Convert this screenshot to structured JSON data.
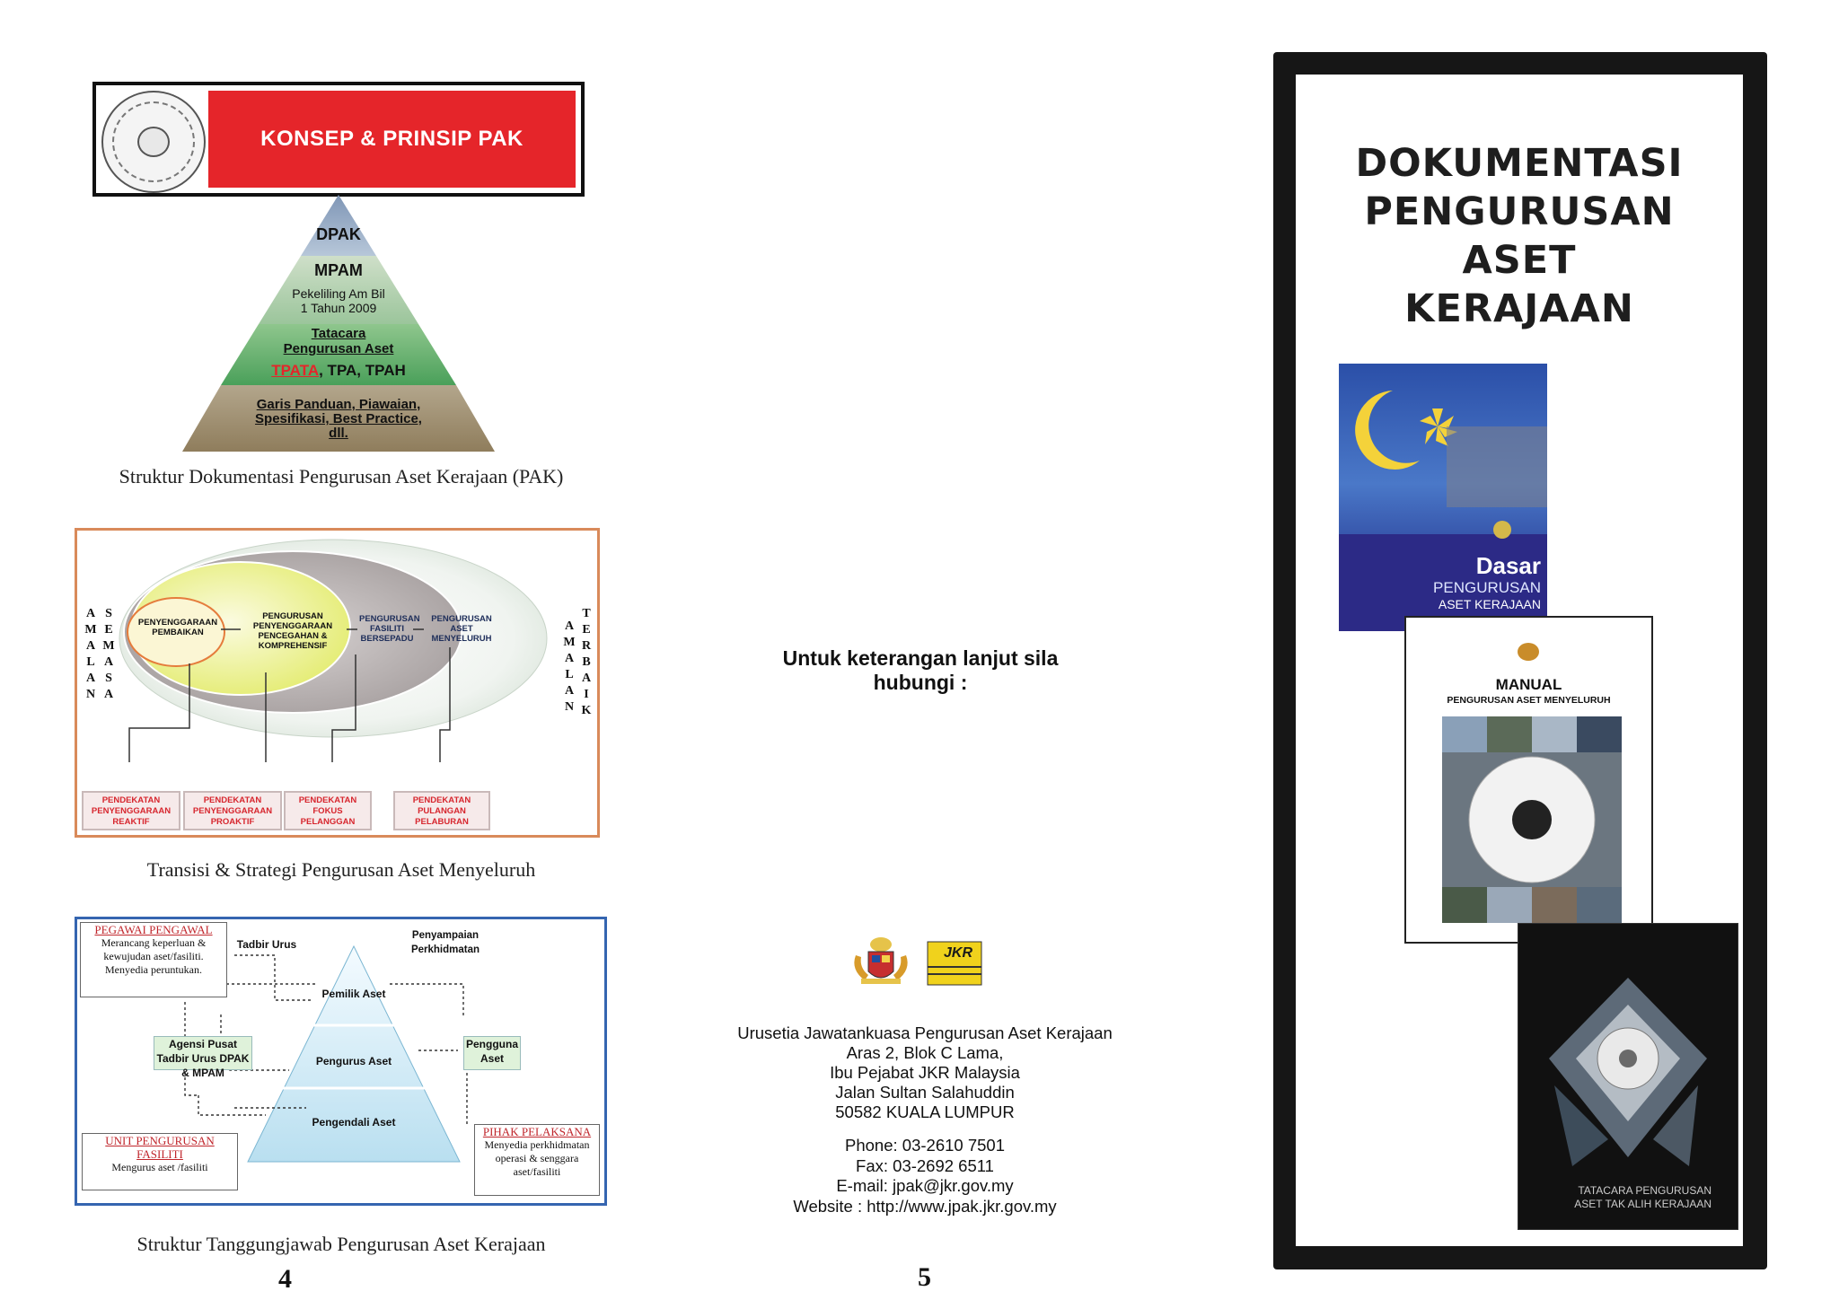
{
  "left_panel": {
    "banner_title": "KONSEP & PRINSIP PAK",
    "pyramid": {
      "tier1": "DPAK",
      "tier2_title": "MPAM",
      "tier2_sub1": "Pekeliling Am Bil",
      "tier2_sub2": "1 Tahun 2009",
      "tier3_title1": "Tatacara",
      "tier3_title2": "Pengurusan Aset",
      "tier3_red": "TPATA",
      "tier3_rest": ", TPA, TPAH",
      "tier4_l1": "Garis Panduan, Piawaian,",
      "tier4_l2": "Spesifikasi, Best Practice,",
      "tier4_l3": "dll."
    },
    "caption1": "Struktur Dokumentasi Pengurusan Aset Kerajaan (PAK)",
    "diagram2": {
      "left_vertical_1": "AMALAN",
      "left_vertical_2": "SEMASA",
      "right_vertical_1": "AMALAN",
      "right_vertical_2": "TERBAIK",
      "stage1": "PENYENGGARAAN PEMBAIKAN",
      "stage2": "PENGURUSAN PENYENGGARAAN PENCEGAHAN & KOMPREHENSIF",
      "stage3": "PENGURUSAN FASILITI BERSEPADU",
      "stage4": "PENGURUSAN ASET MENYELURUH",
      "approach1": "PENDEKATAN PENYENGGARAAN REAKTIF",
      "approach2": "PENDEKATAN PENYENGGARAAN PROAKTIF",
      "approach3": "PENDEKATAN FOKUS PELANGGAN",
      "approach4": "PENDEKATAN PULANGAN PELABURAN"
    },
    "caption2": "Transisi & Strategi Pengurusan Aset Menyeluruh",
    "diagram3": {
      "pegawai_title": "PEGAWAI PENGAWAL",
      "pegawai_text": "Merancang keperluan & kewujudan aset/fasiliti. Menyedia peruntukan.",
      "tadbir": "Tadbir Urus",
      "penyampaian": "Penyampaian Perkhidmatan",
      "pemilik": "Pemilik Aset",
      "pengurus": "Pengurus Aset",
      "pengendali": "Pengendali Aset",
      "agensi": "Agensi Pusat Tadbir Urus DPAK & MPAM",
      "pengguna": "Pengguna Aset",
      "unit_title": "UNIT PENGURUSAN FASILITI",
      "unit_text": "Mengurus aset /fasiliti",
      "pihak_title": "PIHAK PELAKSANA",
      "pihak_text": "Menyedia perkhidmatan operasi & senggara aset/fasiliti"
    },
    "caption3": "Struktur Tanggungjawab Pengurusan Aset Kerajaan",
    "page_number": "4"
  },
  "middle_panel": {
    "contact_prompt": "Untuk keterangan lanjut sila hubungi :",
    "jkr_logo_text": "JKR",
    "address": [
      "Urusetia Jawatankuasa Pengurusan Aset Kerajaan",
      "Aras 2, Blok C Lama,",
      "Ibu Pejabat JKR Malaysia",
      "Jalan Sultan Salahuddin",
      "50582 KUALA LUMPUR"
    ],
    "phone": "Phone: 03-2610 7501",
    "fax": "Fax: 03-2692 6511",
    "email": "E-mail: jpak@jkr.gov.my",
    "website": "Website : http://www.jpak.jkr.gov.my",
    "page_number": "5"
  },
  "cover": {
    "title_l1": "DOKUMENTASI",
    "title_l2": "PENGURUSAN",
    "title_l3": "ASET",
    "title_l4": "KERAJAAN",
    "book1_l1": "Dasar",
    "book1_l2": "PENGURUSAN",
    "book1_l3": "ASET KERAJAAN",
    "book2_l1": "MANUAL",
    "book2_l2": "PENGURUSAN ASET MENYELURUH",
    "book3_l1": "TATACARA PENGURUSAN",
    "book3_l2": "ASET TAK ALIH KERAJAAN"
  }
}
